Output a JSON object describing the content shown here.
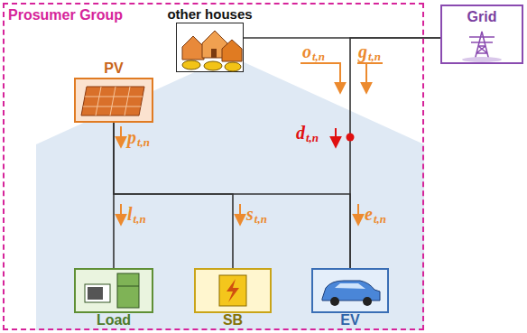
{
  "diagram": {
    "nodes": [
      {
        "text": [
          "Prosumer Group"
        ]
      },
      {
        "text": [
          "other houses"
        ],
        "in": 0
      },
      {
        "text": [
          "Grid"
        ]
      },
      {
        "text": [
          "PV"
        ],
        "in": 0
      },
      {
        "text": [
          "Load"
        ],
        "in": 0
      },
      {
        "text": [
          "SB"
        ],
        "in": 0
      },
      {
        "text": [
          "EV"
        ],
        "in": 0
      }
    ],
    "edges": [
      {
        "from": 1,
        "to": 2,
        "arrow": "none"
      },
      {
        "from": 2,
        "to": 6,
        "arrow": "none"
      },
      {
        "from": 3,
        "to": 4,
        "arrow": "none"
      },
      {
        "from": 3,
        "to": 5,
        "arrow": "none"
      },
      {
        "from": 3,
        "to": 6,
        "arrow": "none"
      }
    ],
    "labels": [
      "o",
      "t,n",
      "g",
      "t,n",
      "d",
      "t,n",
      "p",
      "t,n",
      "l",
      "t,n",
      "s",
      "t,n",
      "e",
      "t,n"
    ]
  }
}
